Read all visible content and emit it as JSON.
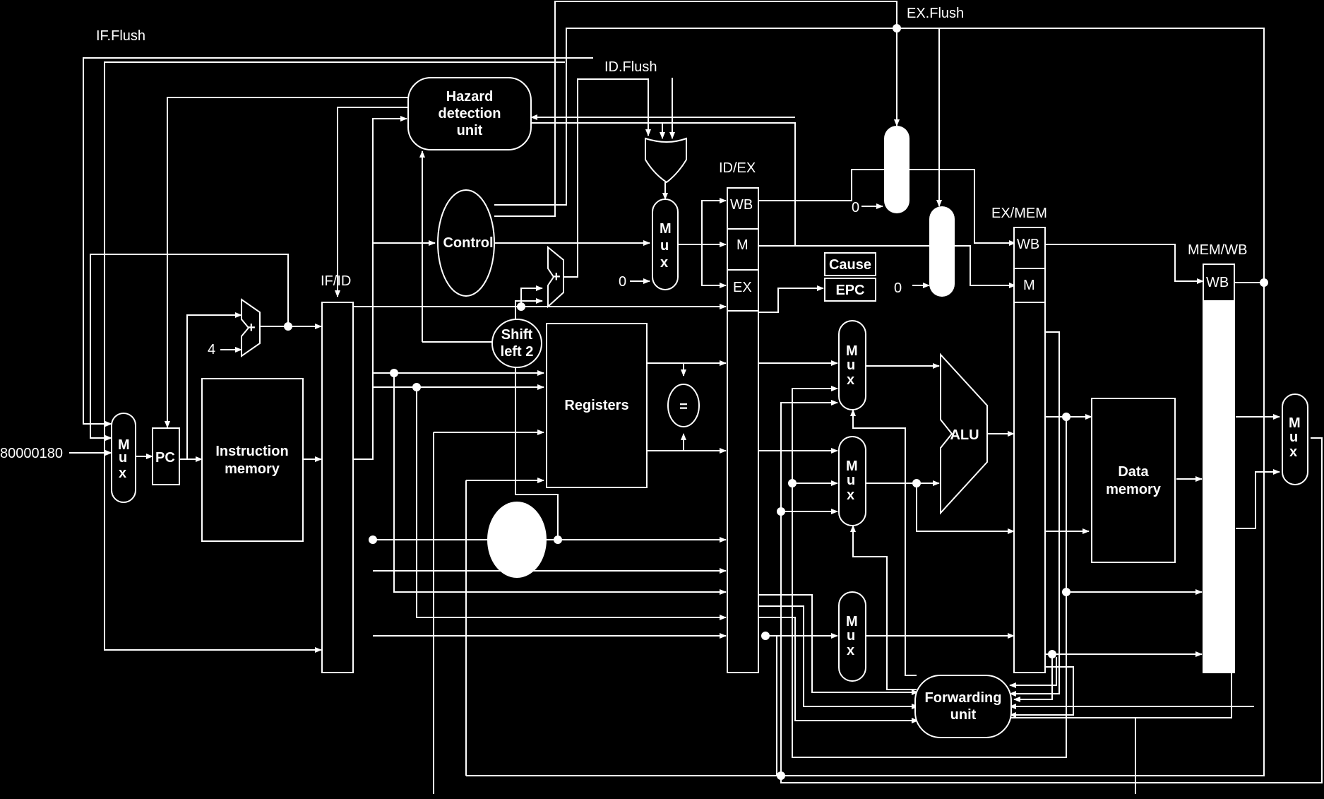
{
  "signals": {
    "if_flush": "IF.Flush",
    "id_flush": "ID.Flush",
    "ex_flush": "EX.Flush"
  },
  "pipeline_registers": {
    "if_id": "IF/ID",
    "id_ex": "ID/EX",
    "ex_mem": "EX/MEM",
    "mem_wb": "MEM/WB"
  },
  "register_fields": {
    "wb": "WB",
    "m": "M",
    "ex": "EX"
  },
  "blocks": {
    "hazard_line1": "Hazard",
    "hazard_line2": "detection",
    "hazard_line3": "unit",
    "control": "Control",
    "pc": "PC",
    "imem_line1": "Instruction",
    "imem_line2": "memory",
    "registers": "Registers",
    "equal": "=",
    "shift_line1": "Shift",
    "shift_line2": "left 2",
    "alu": "ALU",
    "dmem_line1": "Data",
    "dmem_line2": "memory",
    "forward_line1": "Forwarding",
    "forward_line2": "unit",
    "cause": "Cause",
    "epc": "EPC",
    "adder_symbol": "+"
  },
  "mux_letters": [
    "M",
    "u",
    "x"
  ],
  "constants": {
    "exception_address": "80000180",
    "four": "4",
    "zero": "0"
  },
  "colors": {
    "background": "#000000",
    "foreground": "#ffffff"
  }
}
